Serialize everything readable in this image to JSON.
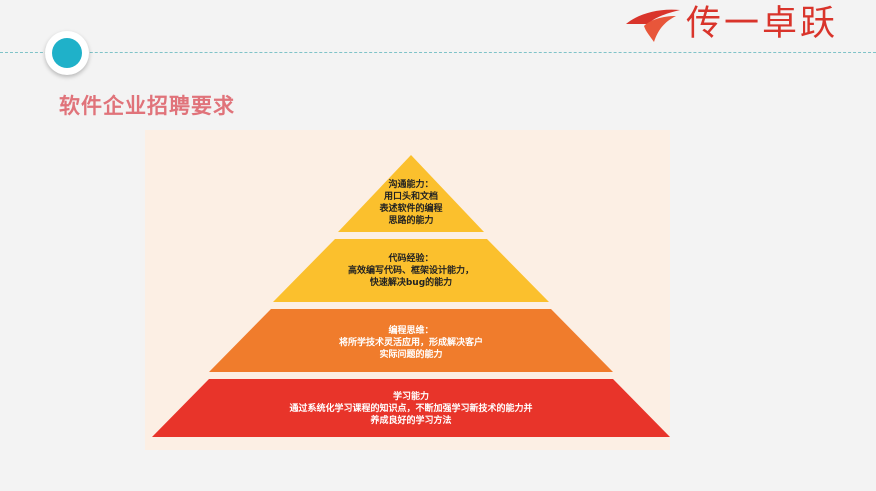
{
  "header": {
    "logo_text": "传一卓跃",
    "brand_color": "#d9342b"
  },
  "page": {
    "title": "软件企业招聘要求"
  },
  "pyramid": {
    "tiers": [
      {
        "color": "#fbc02d",
        "lines": [
          "沟通能力：",
          "用口头和文档",
          "表述软件的编程",
          "思路的能力"
        ]
      },
      {
        "color": "#fbc02d",
        "lines": [
          "代码经验：",
          "高效编写代码、框架设计能力，",
          "快速解决bug的能力"
        ]
      },
      {
        "color": "#f07c2c",
        "lines": [
          "编程思维：",
          "将所学技术灵活应用，形成解决客户",
          "实际问题的能力"
        ]
      },
      {
        "color": "#e8342a",
        "lines": [
          "学习能力",
          "通过系统化学习课程的知识点，不断加强学习新技术的能力并",
          "养成良好的学习方法"
        ]
      }
    ]
  }
}
